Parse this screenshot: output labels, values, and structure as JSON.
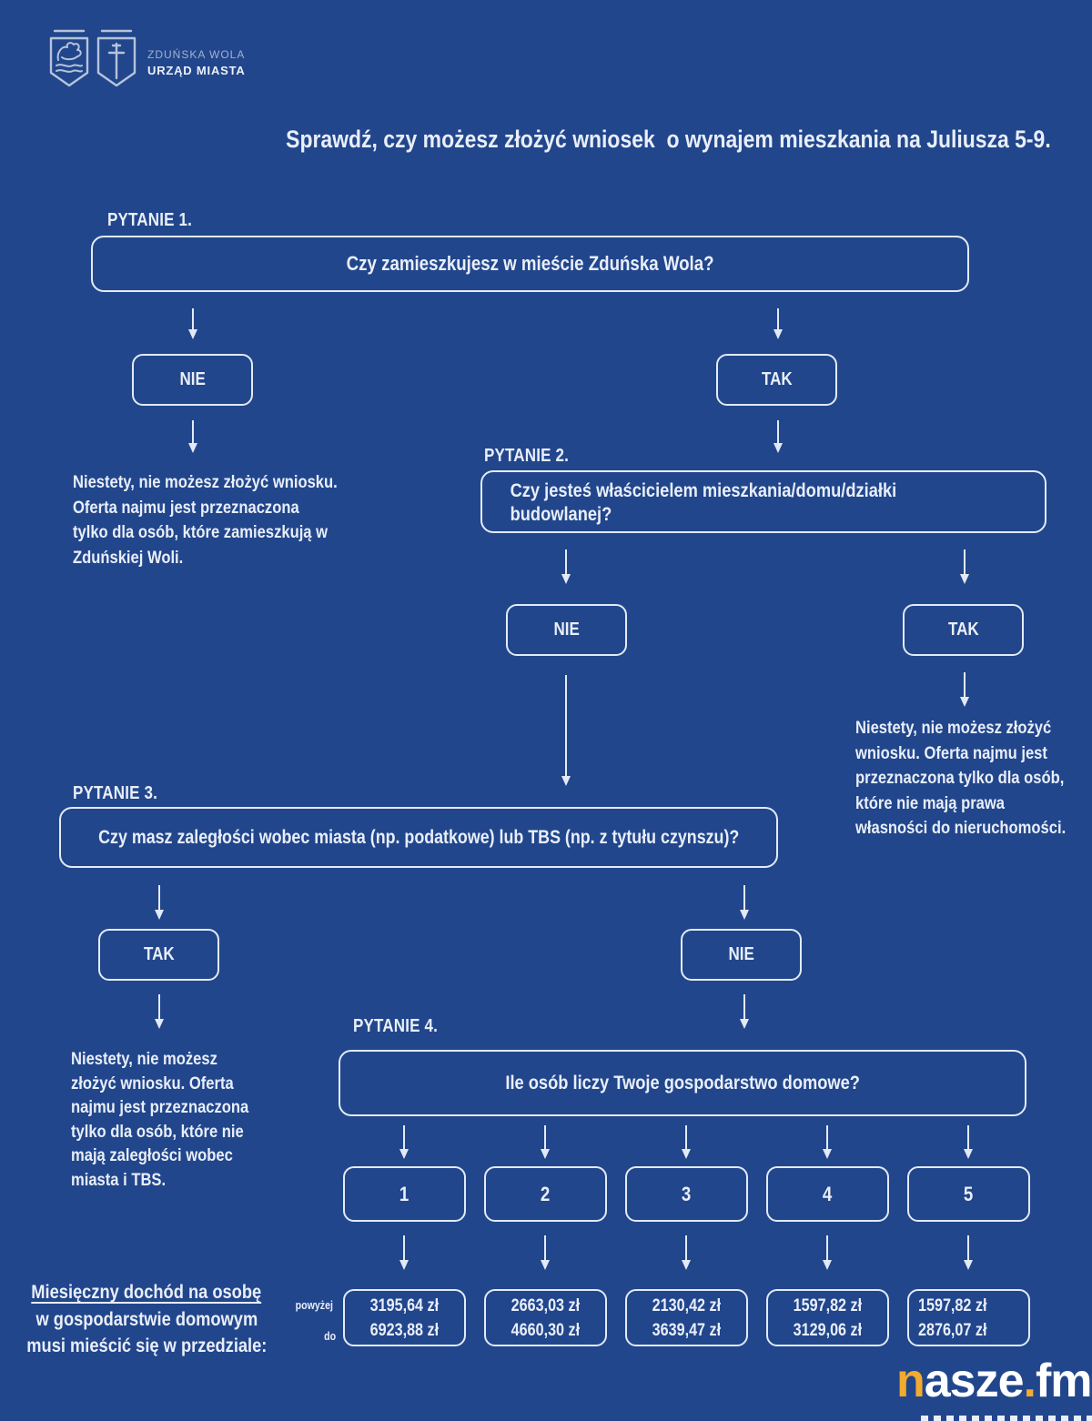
{
  "title": "Sprawdź, czy możesz złożyć wniosek  o wynajem mieszkania na Juliusza 5-9.",
  "logo": {
    "line1": "ZDUŃSKA WOLA",
    "line2": "URZĄD MIASTA"
  },
  "answers": {
    "yes": "TAK",
    "no": "NIE"
  },
  "q1": {
    "label": "PYTANIE 1.",
    "question": "Czy zamieszkujesz w mieście Zduńska Wola?",
    "no_result": [
      "Niestety, nie możesz złożyć wniosku.",
      "Oferta najmu jest przeznaczona",
      "tylko dla osób, które zamieszkują w",
      "Zduńskiej Woli."
    ]
  },
  "q2": {
    "label": "PYTANIE 2.",
    "question_line1": "Czy jesteś właścicielem mieszkania/domu/działki",
    "question_line2": "budowlanej?",
    "yes_result": [
      "Niestety, nie możesz złożyć",
      "wniosku. Oferta najmu jest",
      "przeznaczona tylko dla osób,",
      "które nie mają prawa",
      "własności do nieruchomości."
    ]
  },
  "q3": {
    "label": "PYTANIE 3.",
    "question": "Czy masz zaległości wobec miasta (np. podatkowe) lub TBS (np. z tytułu czynszu)?",
    "yes_result": [
      "Niestety, nie możesz",
      "złożyć wniosku. Oferta",
      "najmu jest przeznaczona",
      "tylko dla osób, które nie",
      "mają zaległości wobec",
      "miasta i TBS."
    ]
  },
  "q4": {
    "label": "PYTANIE 4.",
    "question": "Ile osób liczy Twoje gospodarstwo domowe?"
  },
  "income": {
    "note": [
      "Miesięczny dochód na osobę",
      "w gospodarstwie domowym",
      "musi mieścić się w przedziale:"
    ],
    "above_label": "powyżej",
    "to_label": "do",
    "households": [
      {
        "size": "1",
        "above": "3195,64 zł",
        "to": "6923,88 zł"
      },
      {
        "size": "2",
        "above": "2663,03 zł",
        "to": "4660,30 zł"
      },
      {
        "size": "3",
        "above": "2130,42 zł",
        "to": "3639,47 zł"
      },
      {
        "size": "4",
        "above": "1597,82 zł",
        "to": "3129,06 zł"
      },
      {
        "size": "5",
        "above": "1597,82 zł",
        "to": "2876,07 zł"
      }
    ]
  },
  "footer": {
    "n": "n",
    "asze": "asze",
    "dot": ".",
    "fm": "fm"
  },
  "colors": {
    "background": "#21468c",
    "line": "#e3eaf6",
    "text": "#e9eef8",
    "yellow": "#f2ab2e"
  }
}
